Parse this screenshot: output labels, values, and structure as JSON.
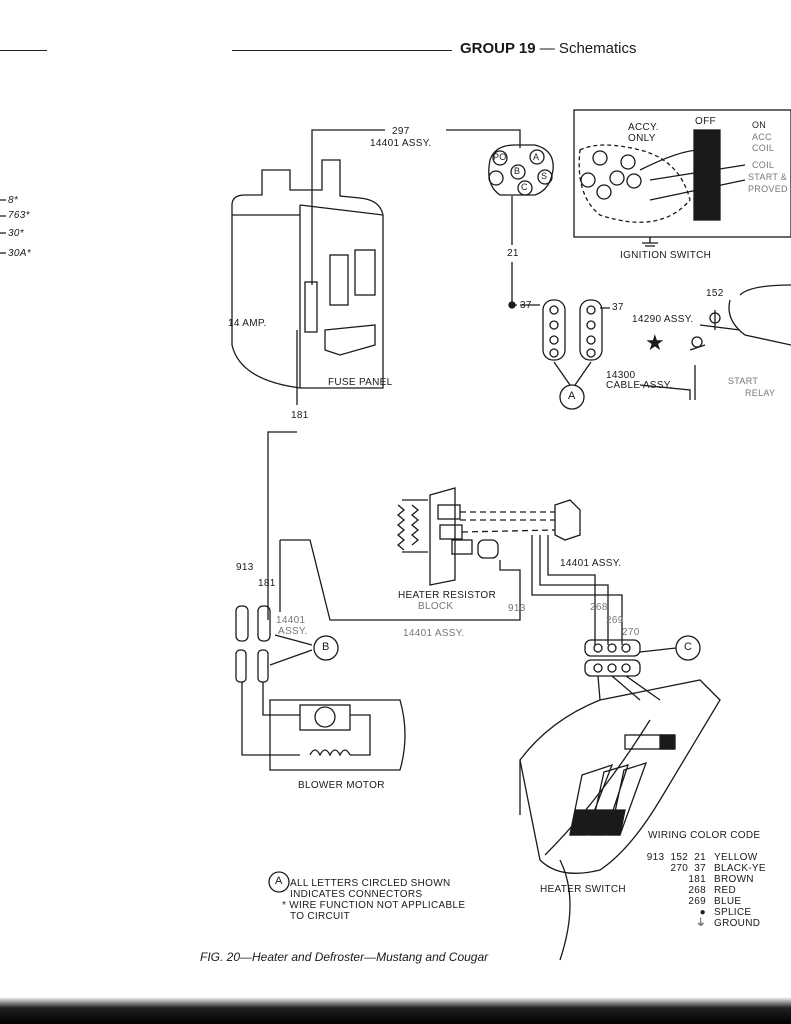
{
  "header": {
    "group": "GROUP 19",
    "section": "— Schematics"
  },
  "left_margin": [
    "8*",
    "763*",
    "30*",
    "30A*"
  ],
  "labels": {
    "w297": "297",
    "assy_14401_top": "14401 ASSY.",
    "accy_only_1": "ACCY.",
    "accy_only_2": "ONLY",
    "off": "OFF",
    "on_cut": "ON",
    "right_cut_1": "ACC",
    "right_cut_2": "COIL",
    "right_cut_3": "COIL",
    "right_cut_4": "START &",
    "right_cut_5": "PROVED",
    "ignition_switch": "IGNITION SWITCH",
    "w21": "21",
    "w37_left": "37",
    "w37_right": "37",
    "w152": "152",
    "assy_14290": "14290 ASSY.",
    "cable_14300_1": "14300",
    "cable_14300_2": "CABLE ASSY.",
    "starter_relay_1": "START",
    "starter_relay_2": "RELAY",
    "fourteen_amp": "14 AMP.",
    "fuse_panel": "FUSE PANEL",
    "w181_top": "181",
    "w913": "913",
    "w181_mid": "181",
    "assy_14401_mid": "14401 ASSY.",
    "heater_resistor_1": "HEATER RESISTOR",
    "heater_resistor_2": "BLOCK",
    "w913_right": "913",
    "assy_14401_b1": "14401",
    "assy_14401_b2": "ASSY.",
    "assy_14401_low": "14401 ASSY.",
    "w268": "268",
    "w269": "269",
    "w270": "270",
    "blower_motor": "BLOWER MOTOR",
    "heater_switch": "HEATER SWITCH",
    "wiring_color_code": "WIRING COLOR CODE",
    "circle_a": "A",
    "circle_b": "B",
    "circle_c": "C",
    "conn_a": "A",
    "conn_b": "B",
    "conn_c": "C",
    "conn_s": "S",
    "conn_po": "PO"
  },
  "legend": {
    "circle": "A",
    "line1": "ALL LETTERS CIRCLED SHOWN",
    "line2": "INDICATES CONNECTORS",
    "line3": "* WIRE FUNCTION NOT APPLICABLE",
    "line4": "TO CIRCUIT"
  },
  "color_code": [
    {
      "wires": "913  152  21",
      "color": "YELLOW"
    },
    {
      "wires": "270  37",
      "color": "BLACK-YE"
    },
    {
      "wires": "181",
      "color": "BROWN"
    },
    {
      "wires": "268",
      "color": "RED"
    },
    {
      "wires": "269",
      "color": "BLUE"
    },
    {
      "wires": "●",
      "color": "SPLICE"
    },
    {
      "wires": "⏚",
      "color": "GROUND"
    }
  ],
  "caption": "FIG. 20—Heater and Defroster—Mustang and Cougar"
}
